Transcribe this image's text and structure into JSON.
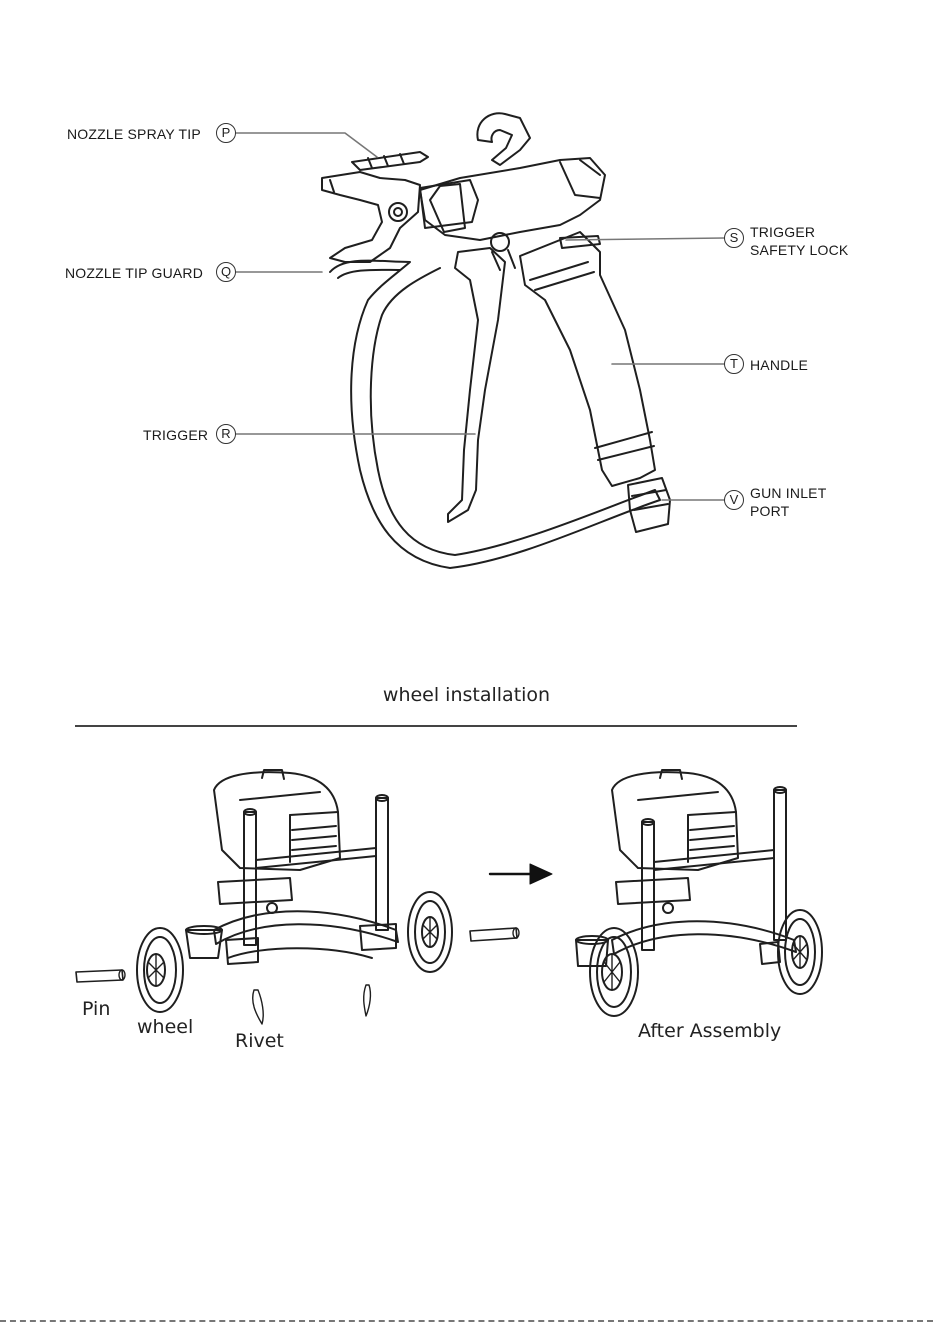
{
  "gun_diagram": {
    "callouts": [
      {
        "id": "p",
        "letter": "P",
        "text": "NOZZLE SPRAY TIP"
      },
      {
        "id": "q",
        "letter": "Q",
        "text": "NOZZLE TIP GUARD"
      },
      {
        "id": "r",
        "letter": "R",
        "text": "TRIGGER"
      },
      {
        "id": "s",
        "letter": "S",
        "text_line1": "TRIGGER",
        "text_line2": "SAFETY LOCK"
      },
      {
        "id": "t",
        "letter": "T",
        "text": "HANDLE"
      },
      {
        "id": "v",
        "letter": "V",
        "text_line1": "GUN INLET",
        "text_line2": "PORT"
      }
    ]
  },
  "wheel_section": {
    "title": "wheel installation",
    "labels": {
      "pin": "Pin",
      "wheel": "wheel",
      "rivet": "Rivet",
      "after": "After Assembly"
    }
  }
}
